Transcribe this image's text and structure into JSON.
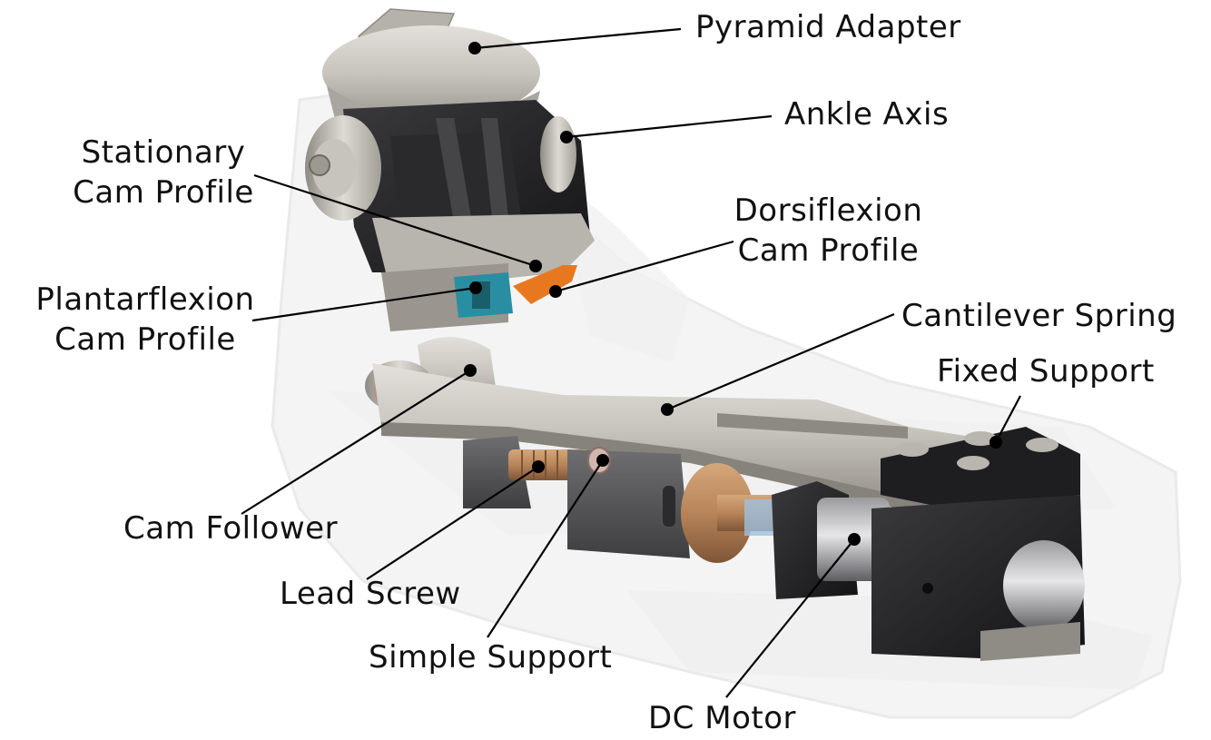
{
  "diagram": {
    "labels": {
      "pyramid_adapter": "Pyramid Adapter",
      "ankle_axis": "Ankle Axis",
      "stationary_cam": [
        "Stationary",
        "Cam Profile"
      ],
      "dorsiflexion_cam": [
        "Dorsiflexion",
        "Cam Profile"
      ],
      "plantarflexion_cam": [
        "Plantarflexion",
        "Cam Profile"
      ],
      "cantilever_spring": "Cantilever Spring",
      "fixed_support": "Fixed Support",
      "cam_follower": "Cam Follower",
      "lead_screw": "Lead Screw",
      "simple_support": "Simple Support",
      "dc_motor": "DC Motor"
    },
    "colors": {
      "background": "#ffffff",
      "text": "#111111",
      "leader_line": "#000000",
      "dorsiflexion_cam": "#e8781f",
      "plantarflexion_cam": "#2f93a6",
      "black_parts": "#1c1c1e",
      "aluminum": "#c9c5bf",
      "ghost_foot": "#ebebeb"
    }
  }
}
